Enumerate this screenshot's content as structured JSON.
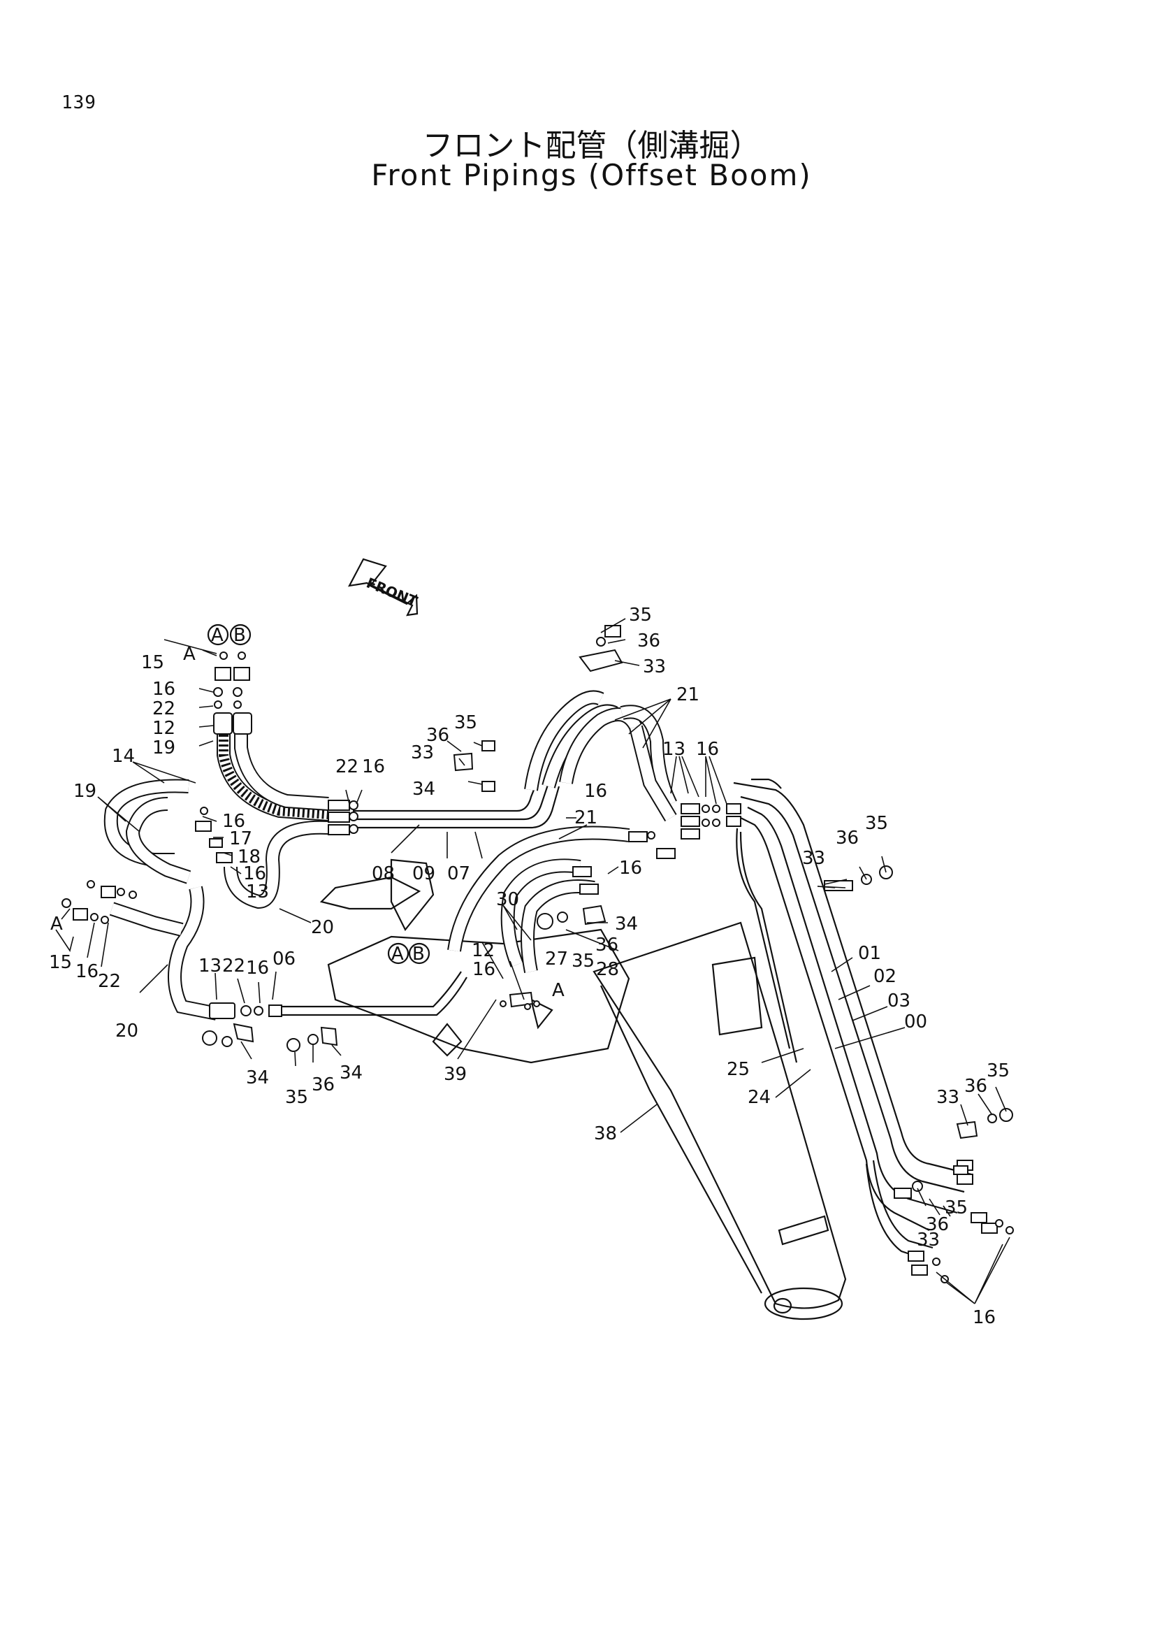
{
  "page": {
    "number": "139"
  },
  "title": {
    "japanese": "フロント配管（側溝掘）",
    "english": "Front Pipings (Offset Boom)"
  },
  "front_marker": "FRONT",
  "connection_marks": [
    "A",
    "B"
  ],
  "callouts": {
    "c15a": "15",
    "c16a": "16",
    "c22a": "22",
    "c12a": "12",
    "c19a": "19",
    "c14": "14",
    "c19b": "19",
    "c16b": "16",
    "c17": "17",
    "c18": "18",
    "c16c": "16",
    "c13a": "13",
    "c20a": "20",
    "cA1": "A",
    "c15b": "15",
    "c16d": "16",
    "c22b": "22",
    "c20b": "20",
    "c13b": "13",
    "c22c": "22",
    "c16e": "16",
    "c06": "06",
    "c34a": "34",
    "c35a": "35",
    "c36a": "36",
    "c34b": "34",
    "c22d": "22",
    "c16f": "16",
    "c36b": "36",
    "c35b": "35",
    "c33a": "33",
    "c34c": "34",
    "c08": "08",
    "c09": "09",
    "c07": "07",
    "c35c": "35",
    "c36c": "36",
    "c33b": "33",
    "c21a": "21",
    "c16g": "16",
    "c21b": "21",
    "c13c": "13",
    "c16h": "16",
    "c16i": "16",
    "c30": "30",
    "c34d": "34",
    "c36d": "36",
    "c12b": "12",
    "c27": "27",
    "c35d": "35",
    "c28": "28",
    "c16j": "16",
    "cA2": "A",
    "c39": "39",
    "c35e": "35",
    "c36e": "36",
    "c33c": "33",
    "c01": "01",
    "c02": "02",
    "c03": "03",
    "c00": "00",
    "c25": "25",
    "c24": "24",
    "c38": "38",
    "c33d": "33",
    "c36f": "36",
    "c35f": "35",
    "c35g": "35",
    "c36g": "36",
    "c33e": "33",
    "c16k": "16",
    "cA3": "A",
    "cB1": "B",
    "cA4": "A",
    "cB2": "B"
  }
}
